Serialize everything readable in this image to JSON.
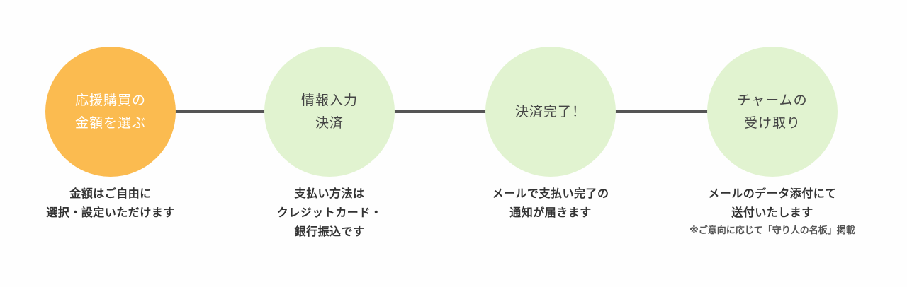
{
  "colors": {
    "active_circle": "#fbbb50",
    "inactive_circle": "#e1f3d0",
    "active_text": "#ffffff",
    "inactive_text": "#444444",
    "connector": "#555555"
  },
  "steps": [
    {
      "title_lines": [
        "応援購買の",
        "金額を選ぶ"
      ],
      "desc_lines": [
        "金額はご自由に",
        "選択・設定いただけます"
      ],
      "active": true
    },
    {
      "title_lines": [
        "情報入力",
        "決済"
      ],
      "desc_lines": [
        "支払い方法は",
        "クレジットカード・",
        "銀行振込です"
      ],
      "active": false
    },
    {
      "title_lines": [
        "決済完了！"
      ],
      "desc_lines": [
        "メールで支払い完了の",
        "通知が届きます"
      ],
      "active": false
    },
    {
      "title_lines": [
        "チャームの",
        "受け取り"
      ],
      "desc_lines": [
        "メールのデータ添付にて",
        "送付いたします"
      ],
      "note": "※ご意向に応じて「守り人の名板」掲載",
      "active": false
    }
  ]
}
